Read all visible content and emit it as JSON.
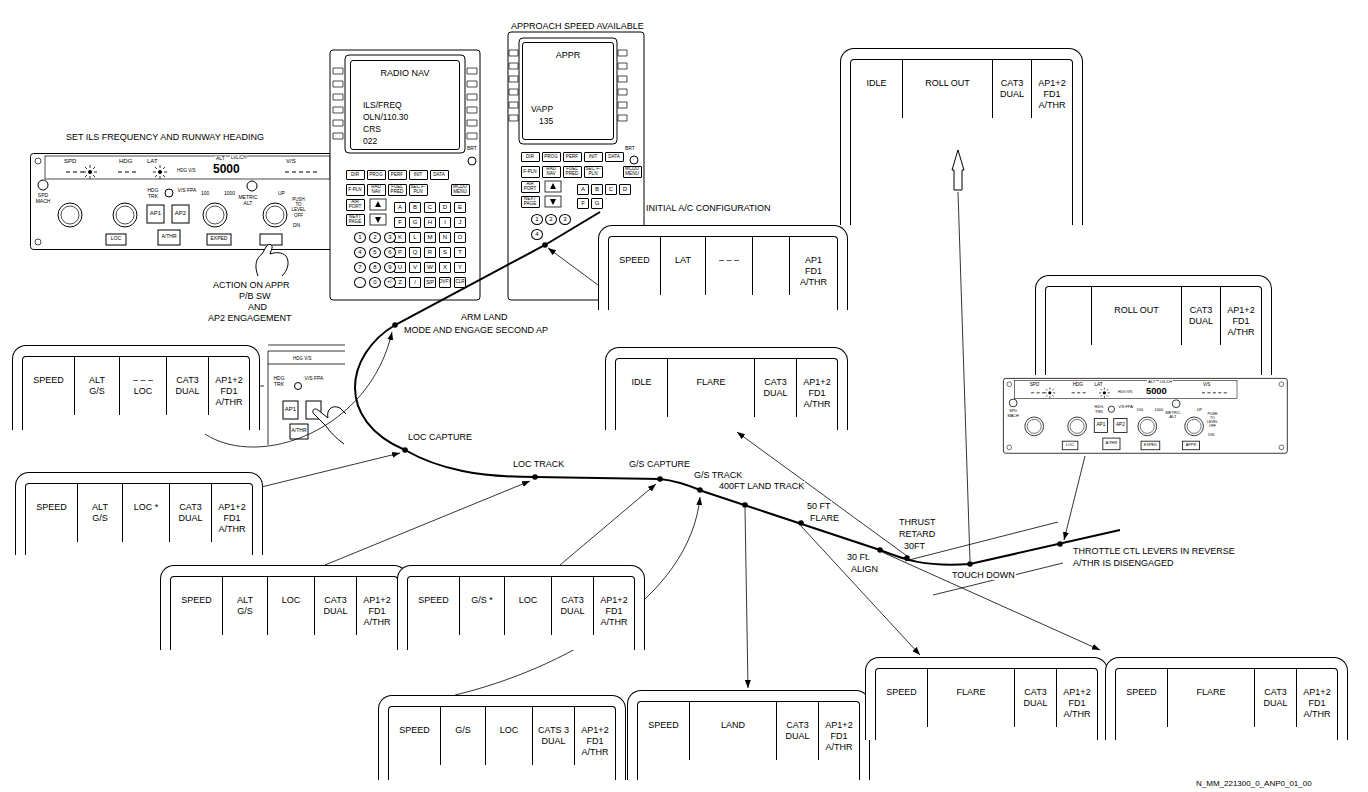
{
  "diagram": {
    "nodes": [
      {
        "text": [
          "RADIO NAV",
          "ILS/FREQ",
          "OLN/110.30",
          "CRS",
          "022"
        ]
      },
      {
        "text": [
          "APPR",
          "VAPP",
          "135"
        ]
      },
      {
        "text": [
          "IDLE",
          "ROLL OUT",
          "CAT3",
          "DUAL",
          "AP1+2",
          "FD1",
          "A/THR"
        ]
      },
      {
        "text": [
          "SPEED",
          "LAT",
          "– – –",
          "AP1",
          "FD1",
          "A/THR"
        ]
      },
      {
        "text": [
          "ROLL OUT",
          "CAT3",
          "DUAL",
          "AP1+2",
          "FD1",
          "A/THR"
        ]
      },
      {
        "text": [
          "IDLE",
          "FLARE",
          "CAT3",
          "DUAL",
          "AP1+2",
          "FD1",
          "A/THR"
        ]
      },
      {
        "text": [
          "SPEED",
          "ALT",
          "G/S",
          "– – –",
          "LOC",
          "CAT3",
          "DUAL",
          "AP1+2",
          "FD1",
          "A/THR"
        ]
      },
      {
        "text": [
          "SPEED",
          "ALT",
          "G/S",
          "LOC *",
          "CAT3",
          "DUAL",
          "AP1+2",
          "FD1",
          "A/THR"
        ]
      },
      {
        "text": [
          "SPEED",
          "ALT",
          "G/S",
          "LOC",
          "CAT3",
          "DUAL",
          "AP1+2",
          "FD1",
          "A/THR"
        ]
      },
      {
        "text": [
          "SPEED",
          "G/S *",
          "LOC",
          "CAT3",
          "DUAL",
          "AP1+2",
          "FD1",
          "A/THR"
        ]
      },
      {
        "text": [
          "SPEED",
          "G/S",
          "LOC",
          "CATS 3",
          "DUAL",
          "AP1+2",
          "FD1",
          "A/THR"
        ]
      },
      {
        "text": [
          "SPEED",
          "LAND",
          "CAT3",
          "DUAL",
          "AP1+2",
          "FD1",
          "A/THR"
        ]
      },
      {
        "text": [
          "SPEED",
          "FLARE",
          "CAT3",
          "DUAL",
          "AP1+2",
          "FD1",
          "A/THR"
        ]
      },
      {
        "text": [
          "SPEED",
          "FLARE",
          "CAT3",
          "DUAL",
          "AP1+2",
          "FD1",
          "A/THR"
        ]
      }
    ],
    "labels": [
      "SET ILS FREQUENCY AND RUNWAY HEADING",
      "APPROACH SPEED AVAILABLE",
      "INITIAL A/C CONFIGURATION",
      "ACTION ON APPR",
      "P/B SW",
      "AND",
      "AP2 ENGAGEMENT",
      "ARM LAND",
      "MODE AND ENGAGE SECOND AP",
      "LOC CAPTURE",
      "LOC TRACK",
      "G/S CAPTURE",
      "G/S TRACK",
      "400FT LAND TRACK",
      "50 FT",
      "FLARE",
      "THRUST",
      "RETARD",
      "30FT",
      "30 Ft.",
      "ALIGN",
      "TOUCH DOWN",
      "THROTTLE CTL LEVERS IN REVERSE",
      "A/THR IS DISENGAGED",
      "N_MM_221300_0_ANP0_01_00",
      "BRT",
      "BRT",
      "SPD",
      "HDG",
      "LAT",
      "HDG V/S",
      "ALT",
      "LVL/CH",
      "V/S",
      "5000",
      "SPD MACH",
      "HDG TRK",
      "V/S FPA",
      "100",
      "1000",
      "METRIC ALT",
      "UP",
      "PUSH TO LEVEL OFF",
      "DN",
      "AP1",
      "AP2",
      "A/THR",
      "LOC",
      "EXPED",
      "HDG V/S",
      "HDG TRK",
      "V/S FPA",
      "AP1",
      "A/THR",
      "SPD",
      "HDG",
      "LAT",
      "HDG V/S",
      "ALT",
      "LVL/CH",
      "V/S",
      "5000",
      "SPD MACH",
      "HDG TRK",
      "V/S FPA",
      "100",
      "1000",
      "METRIC ALT",
      "UP",
      "PUSH TO LEVEL OFF",
      "DN",
      "AP1",
      "AP2",
      "A/THR",
      "LOC",
      "EXPED",
      "APPR",
      "DIR",
      "PROG",
      "PERF",
      "INIT",
      "DATA",
      "F-PLN",
      "RAD NAV",
      "FUEL PRED",
      "SEC F-PLN",
      "MCDU MENU",
      "AIR PORT",
      "NEXT PAGE",
      "A",
      "B",
      "C",
      "D",
      "E",
      "F",
      "G",
      "H",
      "I",
      "J",
      "K",
      "L",
      "M",
      "N",
      "O",
      "P",
      "Q",
      "R",
      "S",
      "T",
      "U",
      "V",
      "W",
      "X",
      "Y",
      "Z",
      "/",
      "SP",
      "OVFY",
      "CLR",
      "1",
      "2",
      "3",
      "4",
      "5",
      "6",
      "7",
      "8",
      "9",
      ".",
      "0",
      "+/-",
      "DIR",
      "PROG",
      "PERF",
      "INIT",
      "DATA",
      "F-PLN",
      "RAD NAV",
      "FUEL PRED",
      "SEC F-PLN",
      "MCDU MENU",
      "AIR PORT",
      "NEXT PAGE",
      "A",
      "B",
      "C",
      "D",
      "F",
      "G",
      "1",
      "2",
      "3",
      "4"
    ]
  }
}
